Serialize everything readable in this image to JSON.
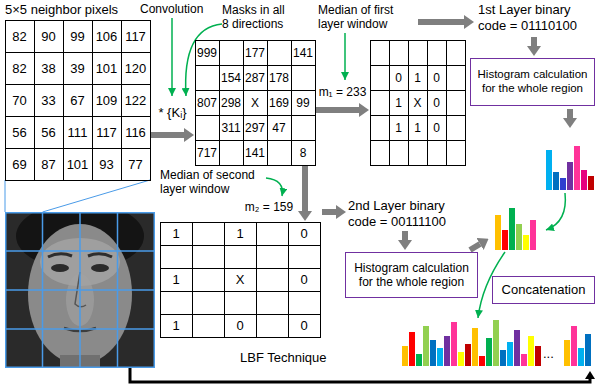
{
  "diagram": {
    "nodes": [
      {
        "text": [
          "5×5 neighbor pixels",
          "82",
          "90",
          "99",
          "106",
          "117",
          "82",
          "38",
          "39",
          "101",
          "120",
          "70",
          "33",
          "67",
          "109",
          "122",
          "56",
          "56",
          "111",
          "117",
          "116",
          "69",
          "87",
          "101",
          "93",
          "77"
        ]
      },
      {
        "text": [
          "999",
          "177",
          "141",
          "154",
          "287",
          "178",
          "807",
          "298",
          "X",
          "169",
          "99",
          "311",
          "297",
          "47",
          "717",
          "141",
          "8"
        ]
      },
      {
        "text": [
          "0",
          "1",
          "0",
          "1",
          "X",
          "0",
          "1",
          "1",
          "0"
        ]
      },
      {
        "text": [
          "Histogram calculation for the whole region"
        ]
      },
      {
        "text": [
          "1",
          "1",
          "0",
          "1",
          "X",
          "0",
          "1",
          "0",
          "0"
        ]
      },
      {
        "text": [
          "Histogram calculation for the whole region"
        ]
      },
      {
        "text": [
          "Concatenation"
        ]
      }
    ],
    "edges": [
      {
        "from": 0,
        "to": 1,
        "arrow": "to",
        "label": "* {Kᵢ}"
      },
      {
        "from": 1,
        "to": 2,
        "arrow": "to",
        "label": "m₁ = 233"
      },
      {
        "from": 1,
        "to": 4,
        "arrow": "to",
        "label": "m₂ = 159"
      }
    ],
    "labels": [
      "Convolution",
      "Masks in all 8 directions",
      "Median of first layer window",
      "1st Layer binary code = 01110100",
      "Median of second layer window",
      "2nd Layer binary code = 00111100",
      "LBF Technique",
      "..."
    ]
  }
}
